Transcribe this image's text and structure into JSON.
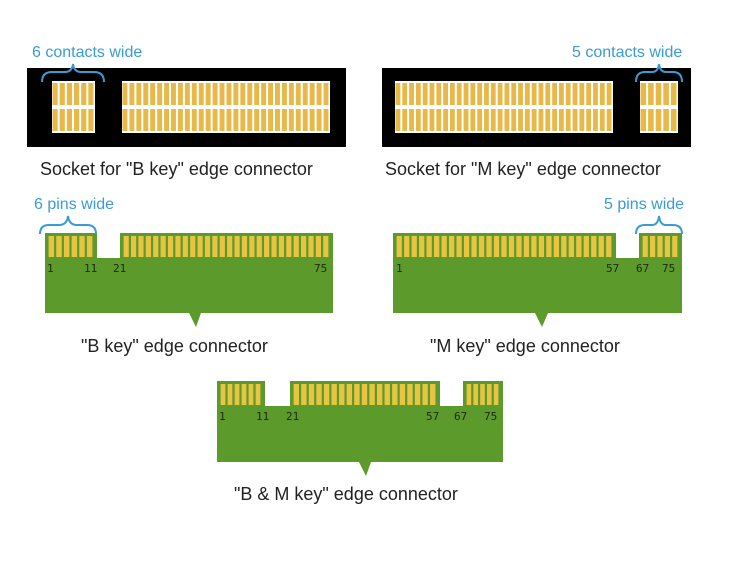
{
  "title": "M.2 socket and edge connector keying",
  "colors": {
    "socket_body": "#000000",
    "contact_gold": "#e8b949",
    "contact_gap": "#ffffff",
    "board_green": "#5c9a2b",
    "board_pin_gold": "#e7c442",
    "annotation": "#3a9bd5",
    "text": "#222222"
  },
  "sockets": [
    {
      "id": "b-socket",
      "caption": "Socket for \"B key\" edge connector",
      "annotation": "6 contacts wide",
      "annotated_side": "left"
    },
    {
      "id": "m-socket",
      "caption": "Socket for \"M key\" edge connector",
      "annotation": "5 contacts wide",
      "annotated_side": "right"
    }
  ],
  "connectors": [
    {
      "id": "b-key",
      "caption": "\"B key\" edge connector",
      "annotation": "6 pins wide",
      "pin_labels": [
        "1",
        "11",
        "21",
        "75"
      ]
    },
    {
      "id": "m-key",
      "caption": "\"M key\" edge connector",
      "annotation": "5 pins wide",
      "pin_labels": [
        "1",
        "57",
        "67",
        "75"
      ]
    },
    {
      "id": "bm-key",
      "caption": "\"B & M key\" edge connector",
      "annotation": "",
      "pin_labels": [
        "1",
        "11",
        "21",
        "57",
        "67",
        "75"
      ]
    }
  ]
}
